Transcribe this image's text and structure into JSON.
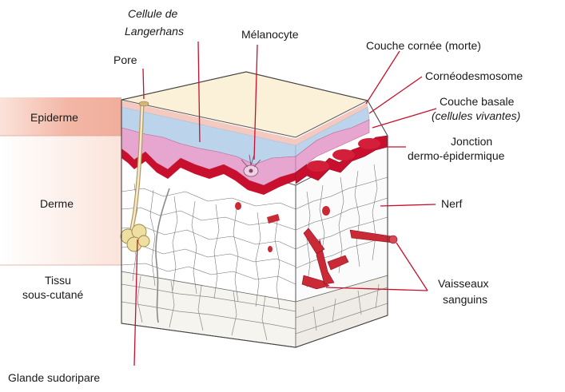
{
  "figure": {
    "layers": {
      "epiderme": "Epiderme",
      "derme": "Derme",
      "tissu_line1": "Tissu",
      "tissu_line2": "sous-cutané"
    },
    "labels": {
      "langerhans_line1": "Cellule de",
      "langerhans_line2": "Langerhans",
      "pore": "Pore",
      "melanocyte": "Mélanocyte",
      "couche_cornee": "Couche cornée (morte)",
      "corneodesmosome": "Cornéodesmosome",
      "couche_basale_line1": "Couche basale",
      "couche_basale_line2": "(cellules vivantes)",
      "jonction_line1": "Jonction",
      "jonction_line2": "dermo-épidermique",
      "nerf": "Nerf",
      "vaisseaux_line1": "Vaisseaux",
      "vaisseaux_line2": "sanguins",
      "glande": "Glande sudoripare"
    },
    "colors": {
      "band_epiderme": "#f3b7a6",
      "band_derme": "#fbe6dc",
      "band_tissu": "#ffffff",
      "stratum_top": "#fbf0d8",
      "blue_layer": "#bcd3ec",
      "basal_pink": "#e7a6cf",
      "junction_red": "#c8102e",
      "vessel_red": "#c92a35",
      "leader_red": "#c8102e",
      "gland_yellow": "#efe0a2"
    }
  }
}
